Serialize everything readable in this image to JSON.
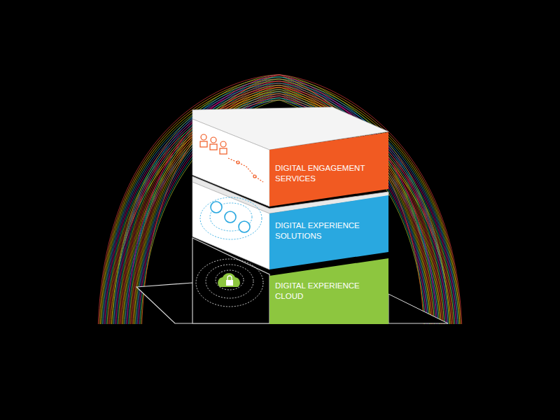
{
  "diagram": {
    "nodes": [
      {
        "text": [
          "DIGITAL ENGAGEMENT SERVICES"
        ]
      },
      {
        "text": [
          "DIGITAL EXPERIENCE SOLUTIONS"
        ]
      },
      {
        "text": [
          "DIGITAL EXPERIENCE CLOUD"
        ]
      }
    ]
  }
}
